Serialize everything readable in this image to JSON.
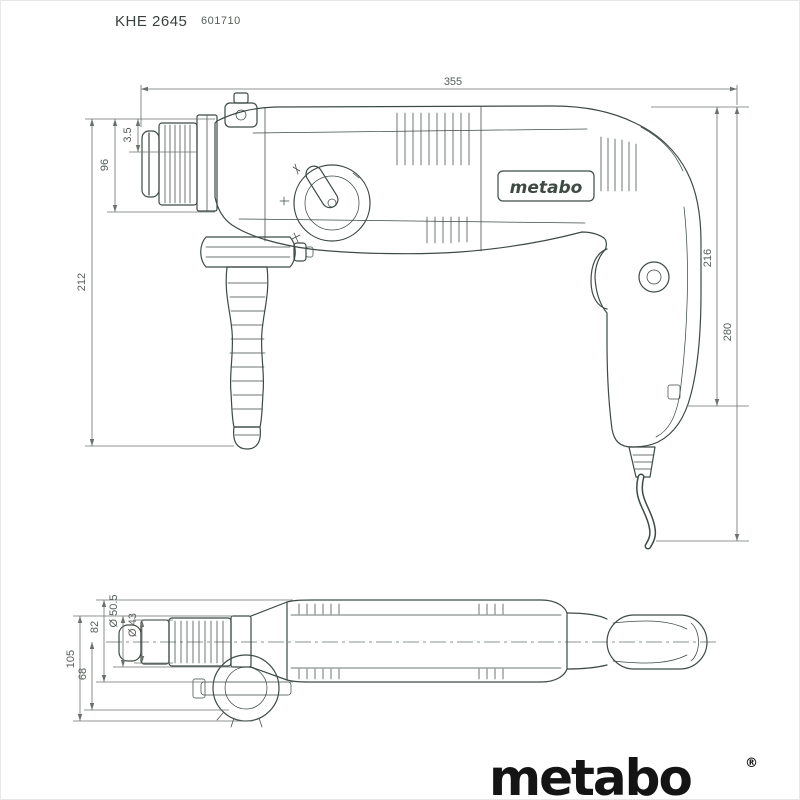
{
  "header": {
    "model": "KHE 2645",
    "article": "601710"
  },
  "side_view": {
    "housing_label": "metabo",
    "dims": {
      "length": "355",
      "tip_offset": "3.5",
      "chuck_height": "96",
      "front_height": "212",
      "rear_height": "216",
      "total_height": "280"
    }
  },
  "top_view": {
    "dims": {
      "collar_diameter": "Ø 50.5",
      "chuck_diameter": "Ø 43",
      "housing_width": "82",
      "overall_width": "105",
      "handle_offset": "68"
    }
  },
  "footer": {
    "brand": "metabo",
    "registered": "®"
  },
  "colors": {
    "line": "#3e4a44",
    "dim": "#6a726b",
    "brand": "#141414"
  }
}
